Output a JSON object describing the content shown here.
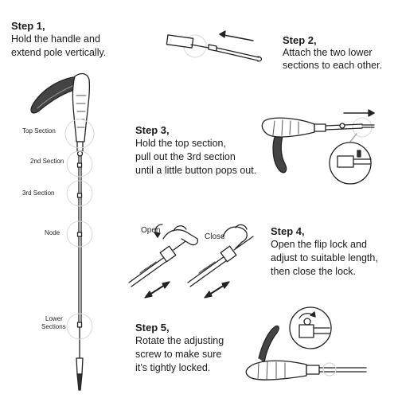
{
  "steps": [
    {
      "title": "Step 1,",
      "lines": [
        "Hold the handle and",
        "extend pole vertically."
      ]
    },
    {
      "title": "Step 2,",
      "lines": [
        "Attach the two lower",
        "sections to each other."
      ]
    },
    {
      "title": "Step 3,",
      "lines": [
        "Hold the top section,",
        "pull out the 3rd section",
        "until a little button pops out."
      ]
    },
    {
      "title": "Step 4,",
      "lines": [
        "Open the flip lock and",
        "adjust to suitable length,",
        "then close the lock."
      ]
    },
    {
      "title": "Step 5,",
      "lines": [
        "Rotate the adjusting",
        "screw to make sure",
        "it’s tightly locked."
      ]
    }
  ],
  "pole_labels": {
    "top_section": "Top Section",
    "second_section": "2nd Section",
    "third_section": "3rd Section",
    "node": "Node",
    "lower_sections": [
      "Lower",
      "Sections"
    ]
  },
  "lock_labels": {
    "open": "Open",
    "close": "Close"
  }
}
